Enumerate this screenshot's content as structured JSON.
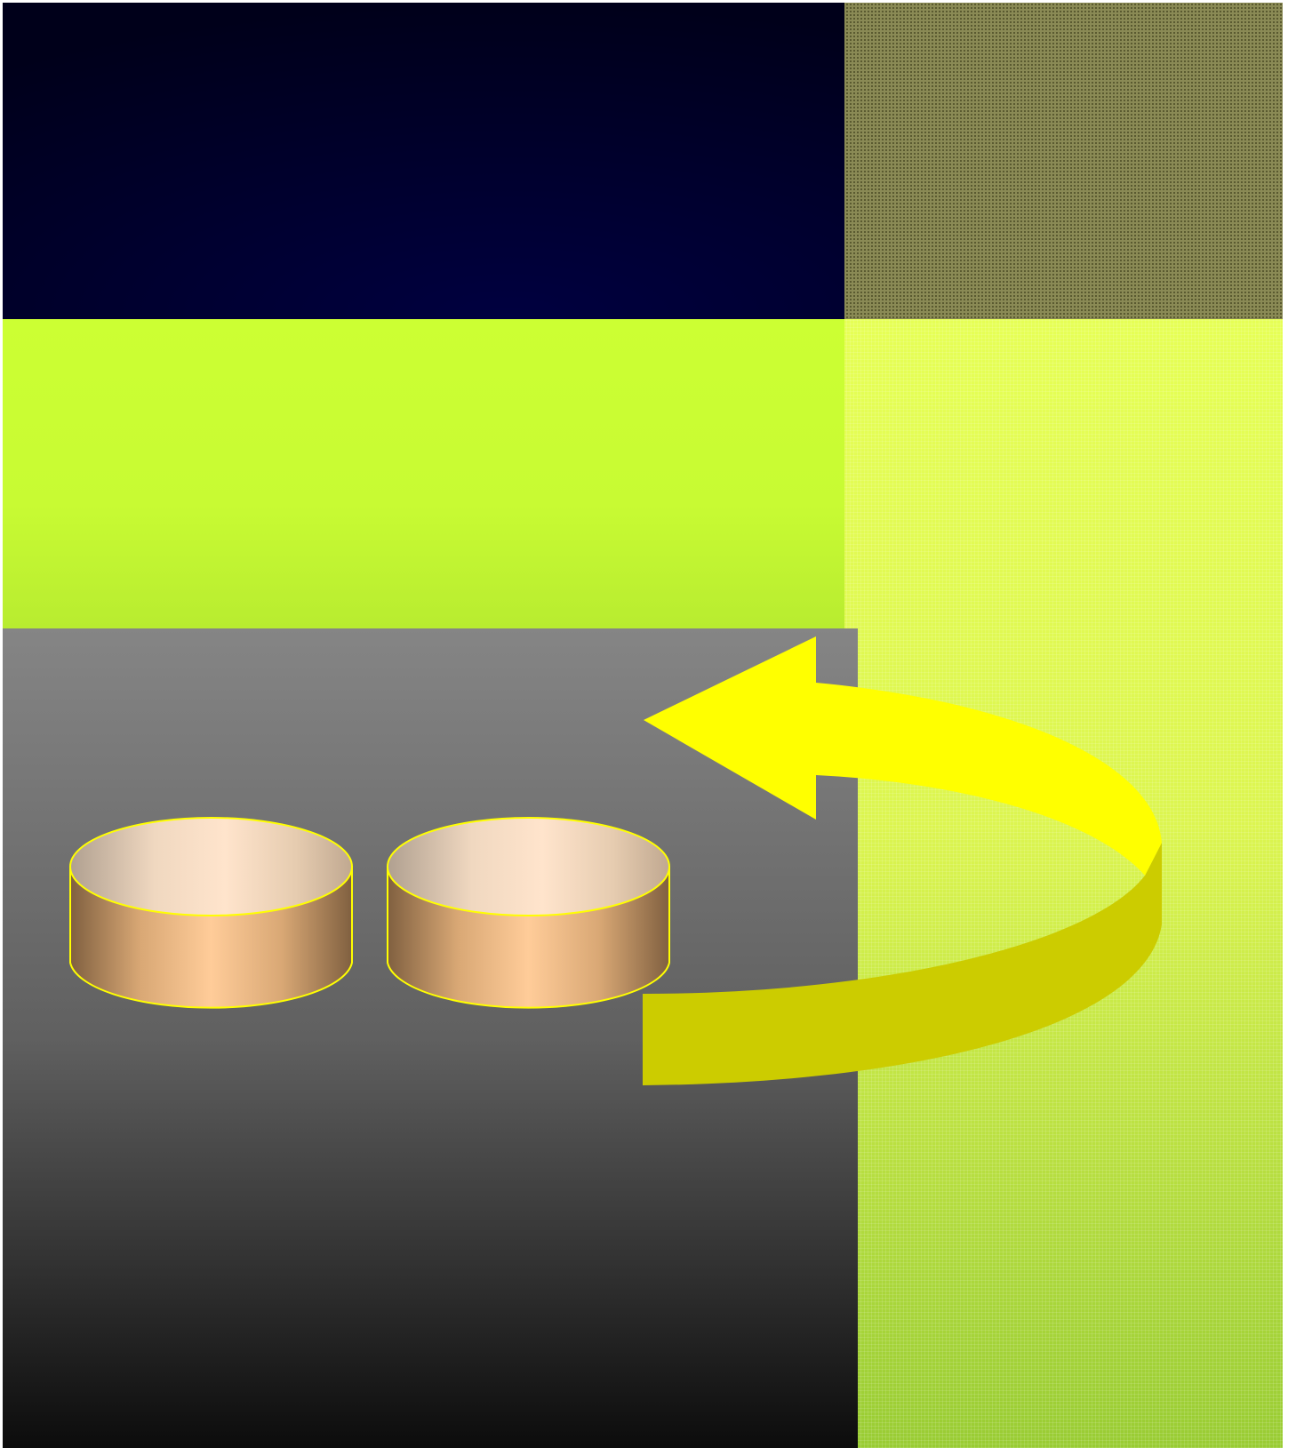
{
  "diagram": {
    "panels": [
      {
        "name": "top-left-panel",
        "fill": "#00003a"
      },
      {
        "name": "top-right-panel",
        "fill": "#7a7a4a"
      },
      {
        "name": "middle-left-panel",
        "fill": "#ccff33"
      },
      {
        "name": "right-column-panel",
        "fill": "#e6ff55"
      },
      {
        "name": "bottom-left-panel",
        "fill": "#808080"
      }
    ],
    "cylinders": [
      {
        "name": "cylinder-left",
        "body_color": "#ffcc99",
        "top_color": "#ffe6cc",
        "outline": "#ffff00"
      },
      {
        "name": "cylinder-right",
        "body_color": "#ffcc99",
        "top_color": "#ffe6cc",
        "outline": "#ffff00"
      }
    ],
    "arrow": {
      "name": "curved-return-arrow",
      "color": "#ffff00",
      "shade_color": "#cccc00"
    }
  }
}
